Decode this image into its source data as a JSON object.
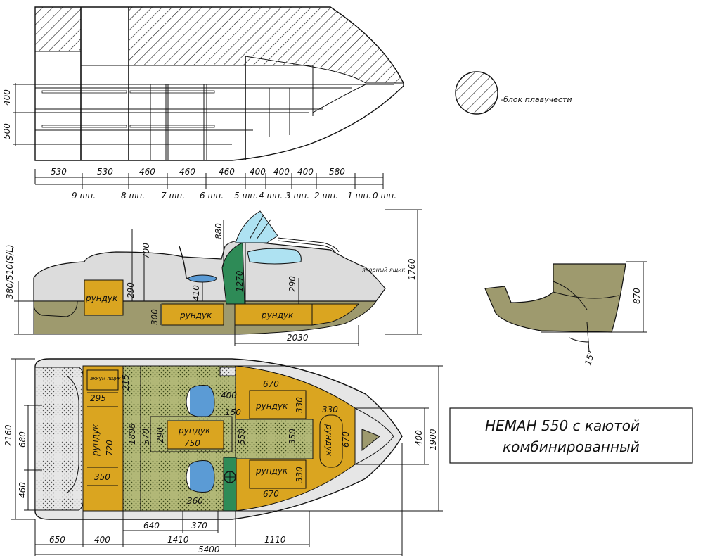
{
  "title": {
    "line1": "НЕМАН 550 с каютой",
    "line2": "комбинированный"
  },
  "legend": {
    "label": "-блок плавучести"
  },
  "colors": {
    "tan": "#DAA520",
    "olive": "#9E9A6E",
    "hull_gray": "#DCDCDC",
    "green": "#2E8B57",
    "seat_blue": "#5B9BD5",
    "glass": "#AEE2F2",
    "dotted_green": "#B2B877",
    "ink": "#111111"
  },
  "top_view": {
    "heights": [
      "400",
      "500"
    ],
    "spacing": [
      "530",
      "530",
      "460",
      "460",
      "460",
      "400",
      "400",
      "400",
      "580"
    ],
    "frames": [
      "9 шп.",
      "8 шп.",
      "7 шп.",
      "6 шп.",
      "5 шп.",
      "4 шп.",
      "3 шп.",
      "2 шп.",
      "1 шп.",
      "0 шп."
    ]
  },
  "side_view": {
    "dims": {
      "d380": "380/510(S/L)",
      "d700": "700",
      "d880": "880",
      "d290a": "290",
      "d410": "410",
      "d1270": "1270",
      "d290b": "290",
      "d300": "300",
      "d1760": "1760",
      "d2030": "2030"
    },
    "labels": {
      "rundyk1": "рундук",
      "rundyk2": "рундук",
      "rundyk3": "рундук",
      "anchor": "якорный ящик"
    }
  },
  "section_view": {
    "height": "870",
    "angle": "15°"
  },
  "plan_view": {
    "labels": {
      "akkum": "аккум ящик",
      "rundyk_left": "рундук",
      "rundyk_center": "рундук",
      "rundyk_top": "рундук",
      "rundyk_bottom": "рундук",
      "rundyk_bow": "рундук"
    },
    "dims": {
      "d215": "215",
      "d295": "295",
      "d720": "720",
      "d350a": "350",
      "d1808": "1808",
      "d570": "570",
      "d290": "290",
      "d750": "750",
      "d400a": "400",
      "d150": "150",
      "d550": "550",
      "d670a": "670",
      "d330a": "330",
      "d350b": "350",
      "d330b": "330",
      "d670b": "670",
      "d330c": "330",
      "d670c": "670",
      "d400b": "400",
      "d1900": "1900",
      "d360": "360",
      "d640": "640",
      "d370": "370",
      "d2160": "2160",
      "d680": "680",
      "d460": "460",
      "b650": "650",
      "b400": "400",
      "b1410": "1410",
      "b1110": "1110",
      "b5400": "5400"
    }
  }
}
